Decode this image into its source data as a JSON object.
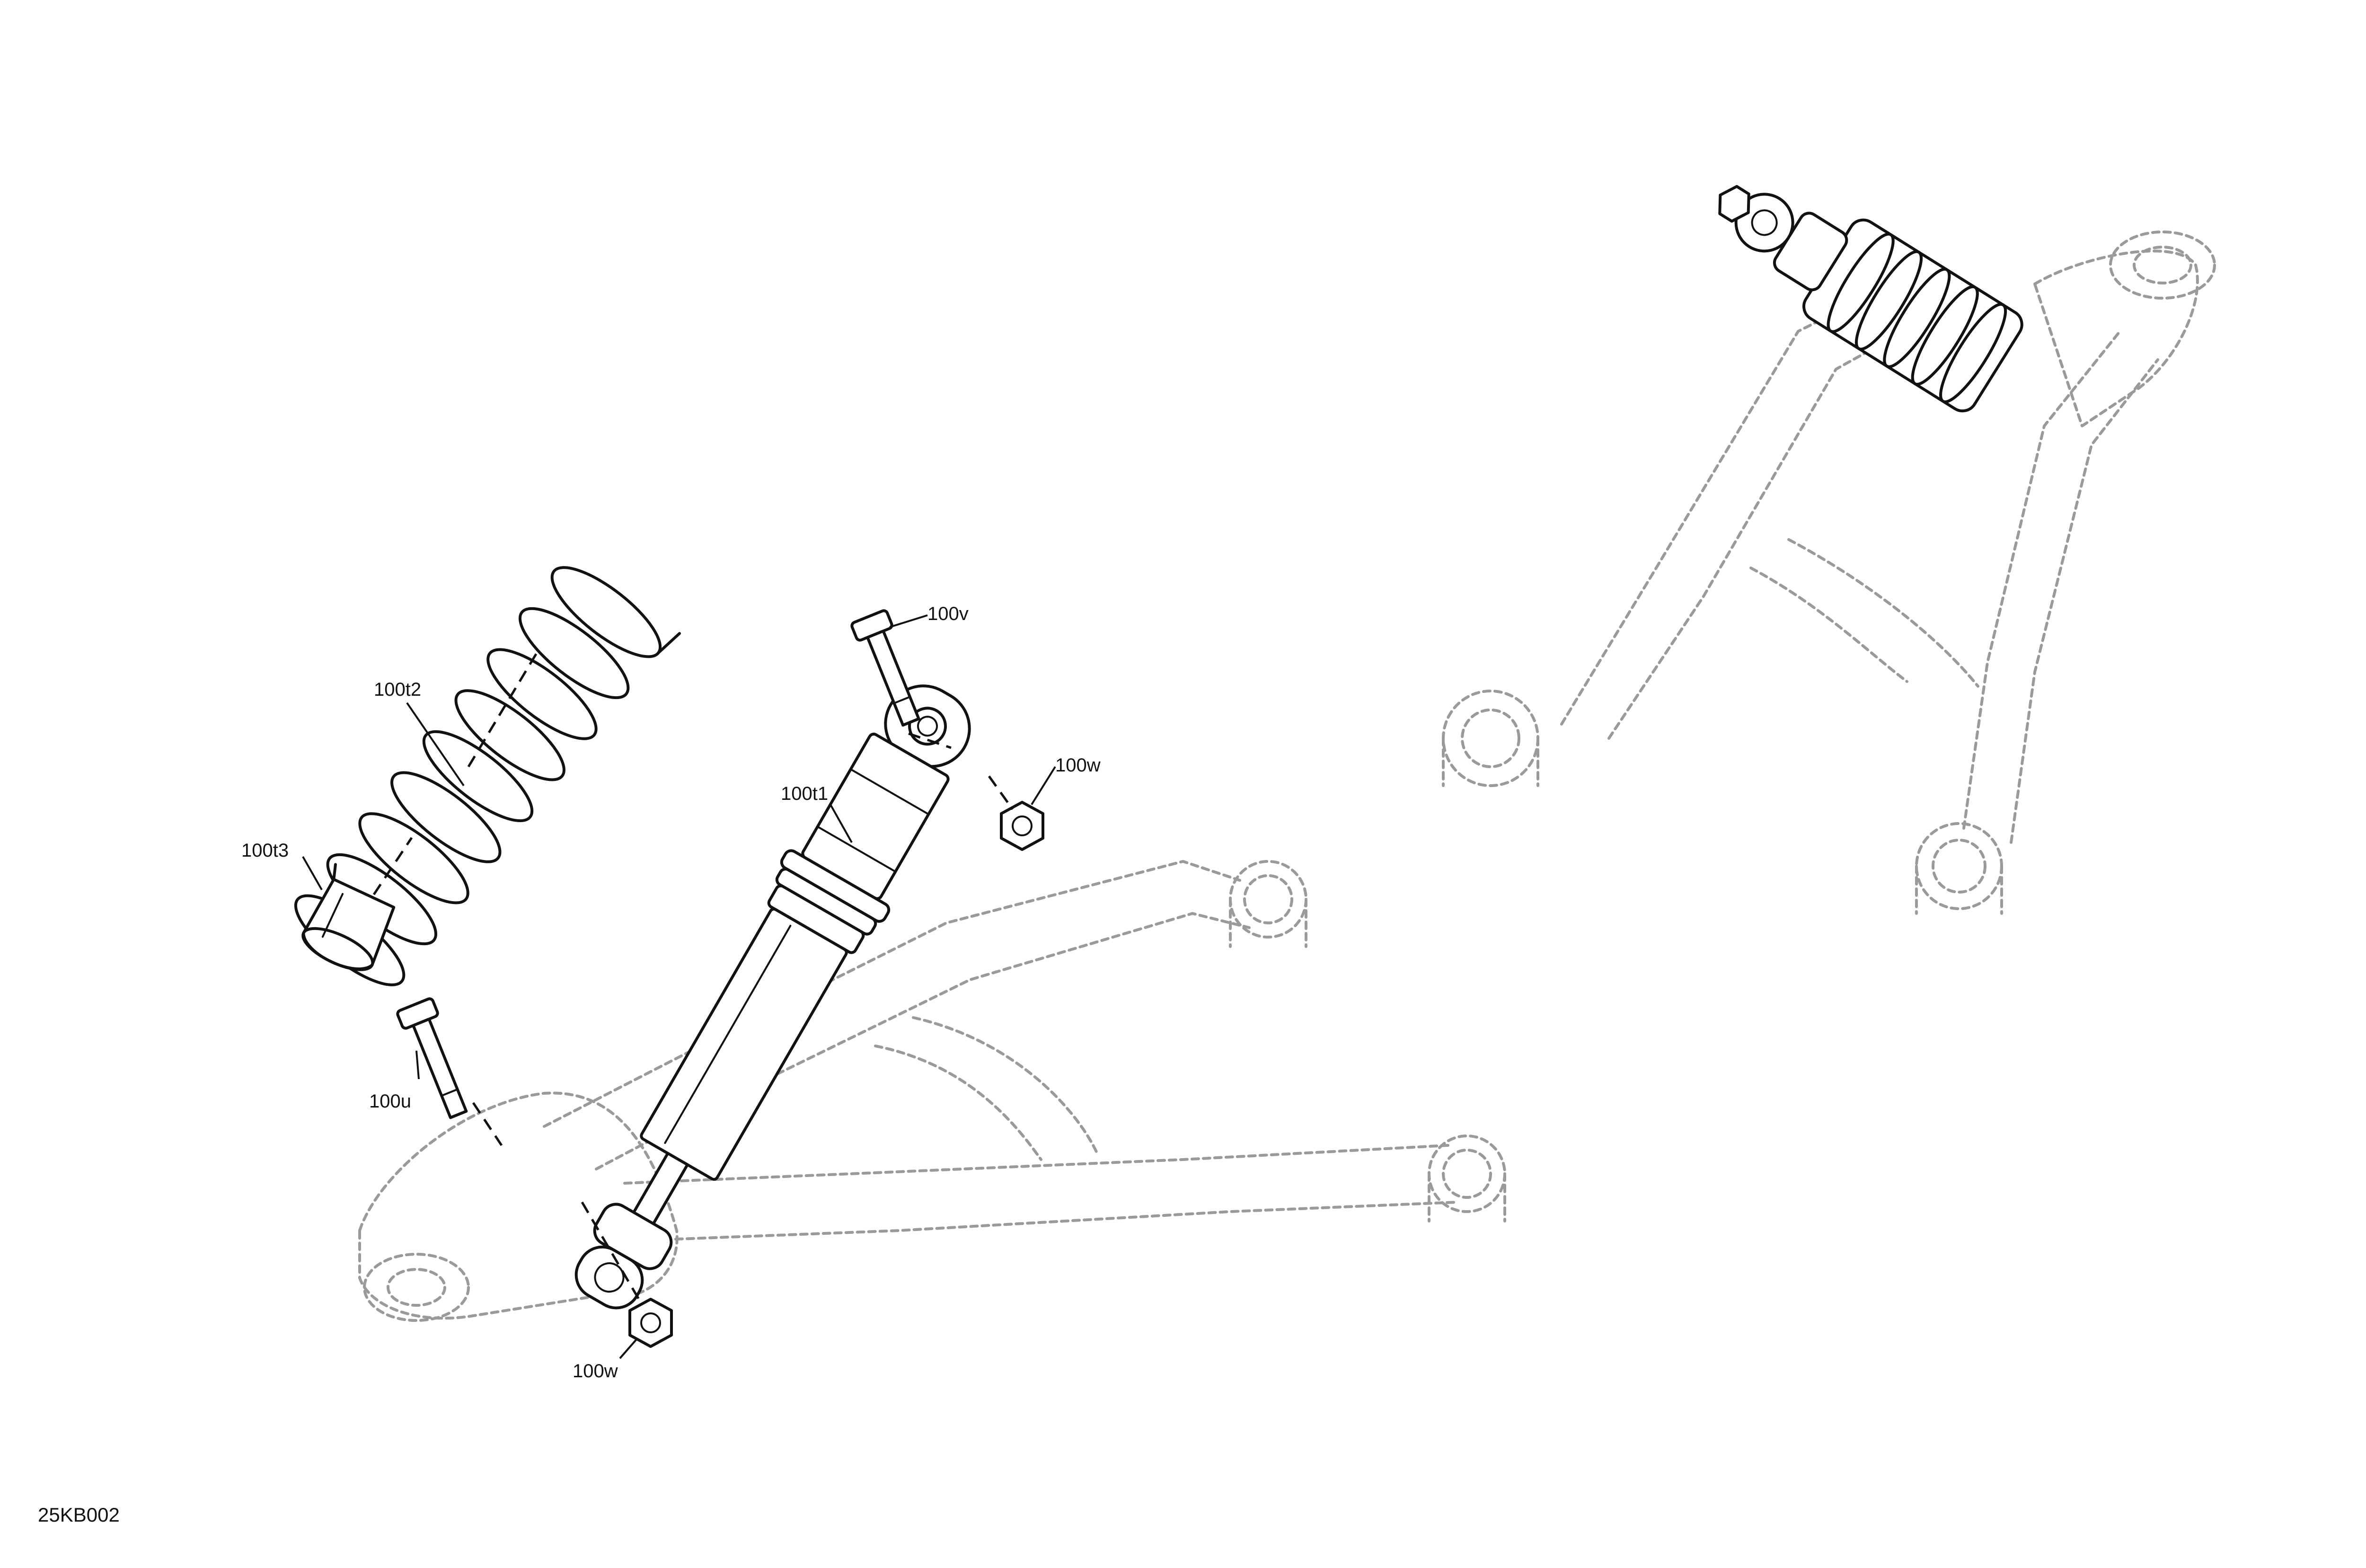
{
  "figure_id": "25KB002",
  "callouts": {
    "spring": "100t2",
    "shock": "100t1",
    "upper_bolt": "100v",
    "upper_nut": "100w",
    "lower_bolt": "100u",
    "lower_nut": "100w",
    "spring_retainer": "100t3"
  },
  "colors": {
    "line": "#111111",
    "ghost": "#9a9a9a",
    "background": "#ffffff"
  }
}
